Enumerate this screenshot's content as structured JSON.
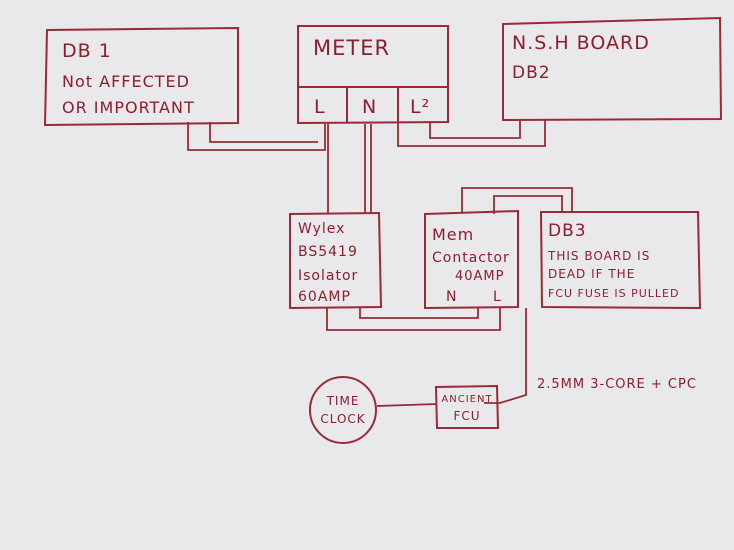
{
  "colors": {
    "paper": "#e9e8ea",
    "ink": "#9a2a38"
  },
  "db1": {
    "title": "DB 1",
    "line1": "Not AFFECTED",
    "line2": "OR IMPORTANT"
  },
  "meter": {
    "title": "METER",
    "terminal_l": "L",
    "terminal_n": "N",
    "terminal_l2": "L²"
  },
  "nsh": {
    "title": "N.S.H  BOARD",
    "subtitle": "DB2"
  },
  "isolator": {
    "line1": "Wylex",
    "line2": "BS5419",
    "line3": "Isolator",
    "line4": "60AMP"
  },
  "contactor": {
    "line1": "Mem",
    "line2": "Contactor",
    "line3": "40AMP",
    "terminal_n": "N",
    "terminal_l": "L"
  },
  "db3": {
    "title": "DB3",
    "line1": "THIS BOARD IS",
    "line2": "DEAD IF THE",
    "line3": "FCU FUSE IS PULLED"
  },
  "timeclock": {
    "line1": "TIME",
    "line2": "CLOCK"
  },
  "fcu": {
    "line1": "ANCIENT",
    "line2": "FCU"
  },
  "cable_label": "2.5MM 3-CORE + CPC"
}
